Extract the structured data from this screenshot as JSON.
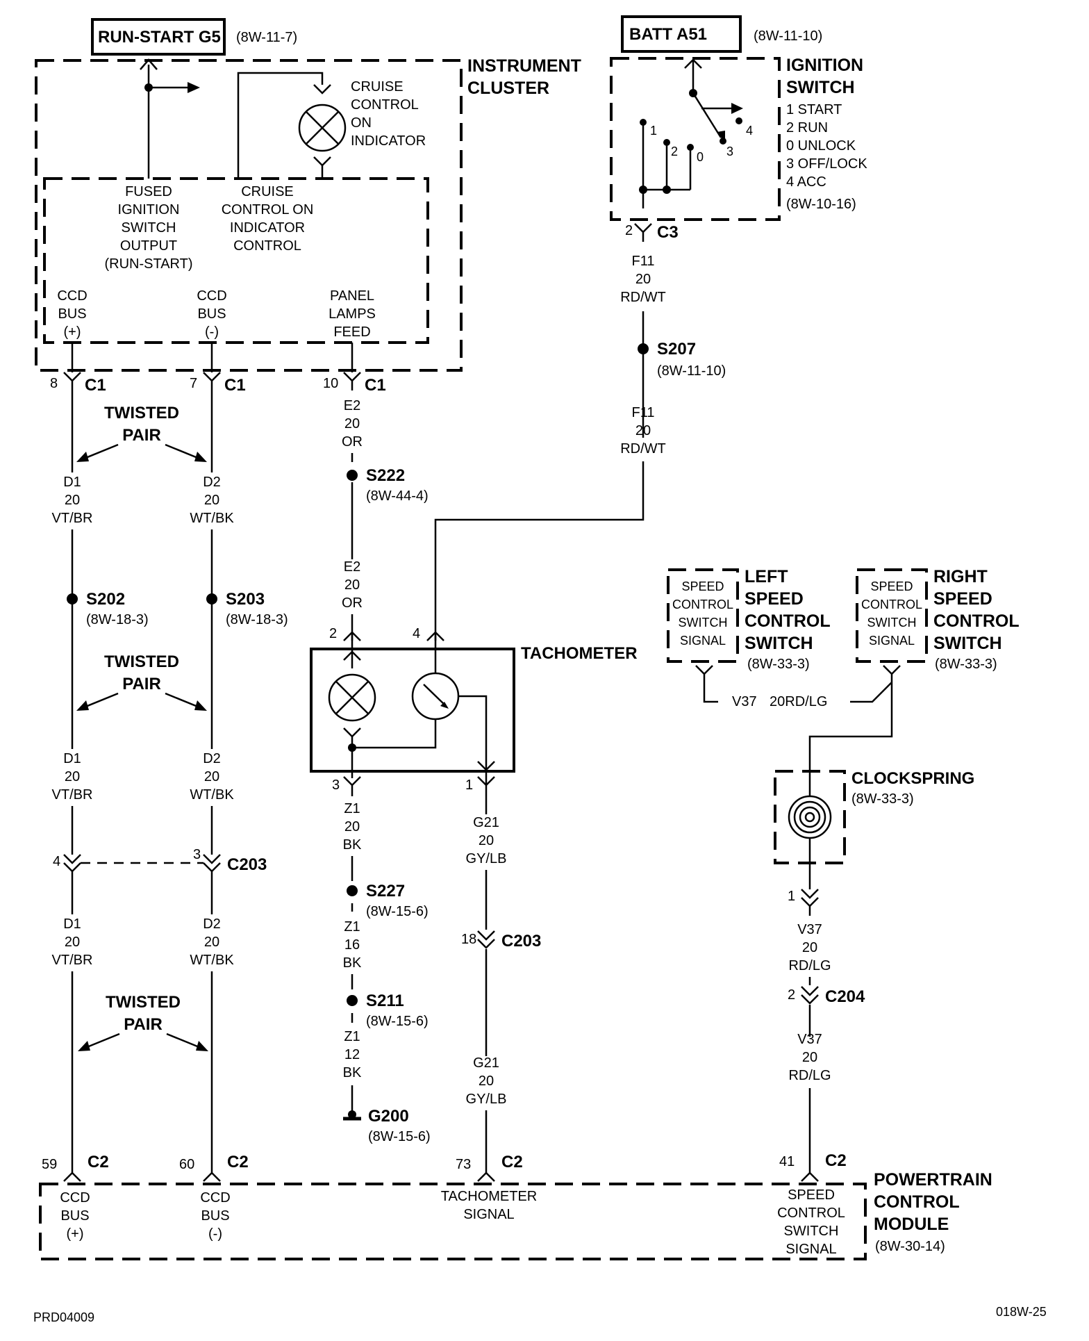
{
  "source_boxes": {
    "run_start": {
      "label": "RUN-START G5",
      "ref": "(8W-11-7)"
    },
    "batt": {
      "label": "BATT A51",
      "ref": "(8W-11-10)"
    }
  },
  "instrument_cluster": {
    "title_line1": "INSTRUMENT",
    "title_line2": "CLUSTER",
    "cruise_indicator": [
      "CRUISE",
      "CONTROL",
      "ON",
      "INDICATOR"
    ],
    "fused_ignition": [
      "FUSED",
      "IGNITION",
      "SWITCH",
      "OUTPUT",
      "(RUN-START)"
    ],
    "cruise_control_label": [
      "CRUISE",
      "CONTROL ON",
      "INDICATOR",
      "CONTROL"
    ],
    "ccd_pos": [
      "CCD",
      "BUS",
      "(+)"
    ],
    "ccd_neg": [
      "CCD",
      "BUS",
      "(-)"
    ],
    "panel_lamps": [
      "PANEL",
      "LAMPS",
      "FEED"
    ]
  },
  "ignition_switch": {
    "title_line1": "IGNITION",
    "title_line2": "SWITCH",
    "positions": [
      "1 START",
      "2 RUN",
      "0 UNLOCK",
      "3 OFF/LOCK",
      "4 ACC"
    ],
    "ref": "(8W-10-16)",
    "contact_labels": [
      "1",
      "2",
      "0",
      "3",
      "4"
    ]
  },
  "connectors": {
    "c3": {
      "pin": "2",
      "name": "C3"
    },
    "c1_8": {
      "pin": "8",
      "name": "C1"
    },
    "c1_7": {
      "pin": "7",
      "name": "C1"
    },
    "c1_10": {
      "pin": "10",
      "name": "C1"
    },
    "c203_4": {
      "pin": "4"
    },
    "c203_3": {
      "pin": "3",
      "name": "C203"
    },
    "c203_18": {
      "pin": "18",
      "name": "C203"
    },
    "c2_59": {
      "pin": "59",
      "name": "C2"
    },
    "c2_60": {
      "pin": "60",
      "name": "C2"
    },
    "c2_73": {
      "pin": "73",
      "name": "C2"
    },
    "c2_41": {
      "pin": "41",
      "name": "C2"
    },
    "cs_1": {
      "pin": "1"
    },
    "c204": {
      "pin": "2",
      "name": "C204"
    },
    "tach_2": {
      "pin": "2"
    },
    "tach_4": {
      "pin": "4"
    },
    "tach_3": {
      "pin": "3"
    },
    "tach_1": {
      "pin": "1"
    }
  },
  "wires": {
    "f11_a": [
      "F11",
      "20",
      "RD/WT"
    ],
    "f11_b": [
      "F11",
      "20",
      "RD/WT"
    ],
    "e2_a": [
      "E2",
      "20",
      "OR"
    ],
    "e2_b": [
      "E2",
      "20",
      "OR"
    ],
    "d1_a": [
      "D1",
      "20",
      "VT/BR"
    ],
    "d2_a": [
      "D2",
      "20",
      "WT/BK"
    ],
    "d1_b": [
      "D1",
      "20",
      "VT/BR"
    ],
    "d2_b": [
      "D2",
      "20",
      "WT/BK"
    ],
    "d1_c": [
      "D1",
      "20",
      "VT/BR"
    ],
    "d2_c": [
      "D2",
      "20",
      "WT/BK"
    ],
    "z1_a": [
      "Z1",
      "20",
      "BK"
    ],
    "z1_b": [
      "Z1",
      "16",
      "BK"
    ],
    "z1_c": [
      "Z1",
      "12",
      "BK"
    ],
    "g21_a": [
      "G21",
      "20",
      "GY/LB"
    ],
    "g21_b": [
      "G21",
      "20",
      "GY/LB"
    ],
    "v37_a": [
      "V37",
      "20",
      "RD/LG"
    ],
    "v37_b": [
      "V37",
      "20",
      "RD/LG"
    ],
    "v37_h1": "V37",
    "v37_h2": "20RD/LG"
  },
  "splices": {
    "s207": {
      "name": "S207",
      "ref": "(8W-11-10)"
    },
    "s222": {
      "name": "S222",
      "ref": "(8W-44-4)"
    },
    "s202": {
      "name": "S202",
      "ref": "(8W-18-3)"
    },
    "s203": {
      "name": "S203",
      "ref": "(8W-18-3)"
    },
    "s227": {
      "name": "S227",
      "ref": "(8W-15-6)"
    },
    "s211": {
      "name": "S211",
      "ref": "(8W-15-6)"
    },
    "g200": {
      "name": "G200",
      "ref": "(8W-15-6)"
    }
  },
  "twisted_pair": [
    "TWISTED",
    "PAIR"
  ],
  "tachometer": {
    "label": "TACHOMETER"
  },
  "left_switch": {
    "box": [
      "SPEED",
      "CONTROL",
      "SWITCH",
      "SIGNAL"
    ],
    "title": [
      "LEFT",
      "SPEED",
      "CONTROL",
      "SWITCH"
    ],
    "ref": "(8W-33-3)"
  },
  "right_switch": {
    "box": [
      "SPEED",
      "CONTROL",
      "SWITCH",
      "SIGNAL"
    ],
    "title": [
      "RIGHT",
      "SPEED",
      "CONTROL",
      "SWITCH"
    ],
    "ref": "(8W-33-3)"
  },
  "clockspring": {
    "label": "CLOCKSPRING",
    "ref": "(8W-33-3)"
  },
  "pcm": {
    "title": [
      "POWERTRAIN",
      "CONTROL",
      "MODULE"
    ],
    "ref": "(8W-30-14)",
    "ccd_pos": [
      "CCD",
      "BUS",
      "(+)"
    ],
    "ccd_neg": [
      "CCD",
      "BUS",
      "(-)"
    ],
    "tach_signal": [
      "TACHOMETER",
      "SIGNAL"
    ],
    "speed_signal": [
      "SPEED",
      "CONTROL",
      "SWITCH",
      "SIGNAL"
    ]
  },
  "footer": {
    "left": "PRD04009",
    "right": "018W-25"
  }
}
